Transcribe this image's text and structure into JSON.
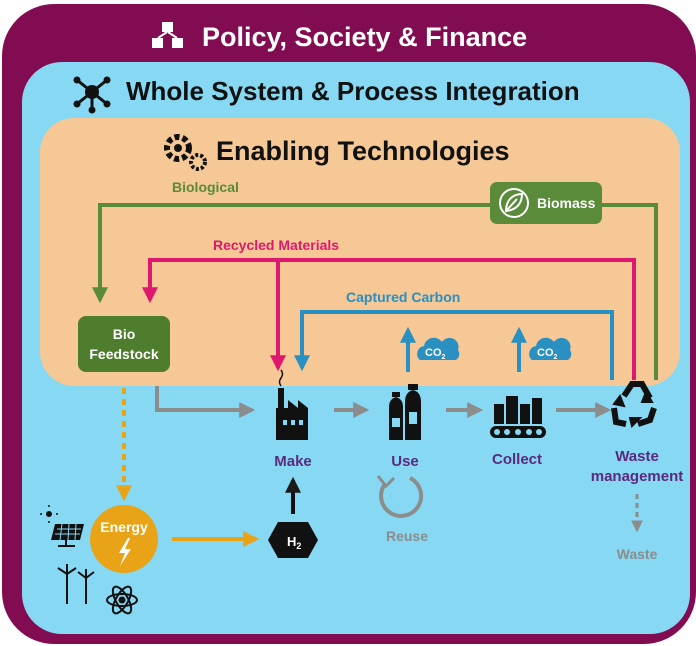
{
  "layers": {
    "outer": {
      "title": "Policy, Society & Finance",
      "icon": "network-blocks-icon",
      "color": "#820c52"
    },
    "middle": {
      "title": "Whole System & Process Integration",
      "icon": "hub-network-icon",
      "color": "#87d8f3"
    },
    "inner": {
      "title": "Enabling Technologies",
      "icon": "gears-icon",
      "color": "#f5c896"
    }
  },
  "flows": {
    "biological": "Biological",
    "recycled": "Recycled Materials",
    "captured": "Captured Carbon"
  },
  "nodes": {
    "biomass": {
      "label": "Biomass",
      "icon": "leaf-icon"
    },
    "feedstock": {
      "line1": "Bio",
      "line2": "Feedstock"
    },
    "make": {
      "label": "Make",
      "icon": "factory-icon"
    },
    "use": {
      "label": "Use",
      "icon": "bottles-icon"
    },
    "collect": {
      "label": "Collect",
      "icon": "conveyor-icon"
    },
    "waste_mgmt": {
      "line1": "Waste",
      "line2": "management",
      "icon": "recycle-icon"
    },
    "reuse": "Reuse",
    "waste": "Waste",
    "energy": {
      "label": "Energy",
      "icon": "lightning-icon"
    },
    "hydrogen": "H",
    "hydrogen_sub": "2",
    "co2": "CO",
    "co2_sub": "2"
  },
  "energy_sources": [
    "solar-panel-icon",
    "wind-turbine-icon",
    "atom-icon"
  ],
  "colors": {
    "biological": "#5a8b3a",
    "recycled": "#e0176e",
    "captured": "#2a8fc1",
    "process": "#8c8c8c",
    "energy": "#e8a416",
    "node_label": "#5b2a7e",
    "dark": "#1a1a1a"
  }
}
